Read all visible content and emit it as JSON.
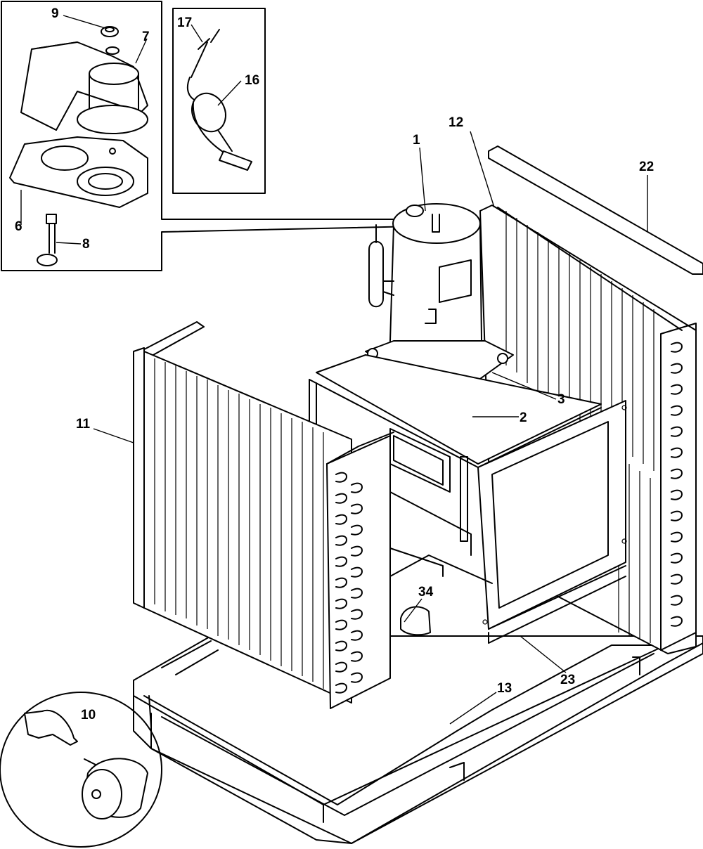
{
  "diagram": {
    "callouts": [
      {
        "id": "c1",
        "text": "1"
      },
      {
        "id": "c2",
        "text": "2"
      },
      {
        "id": "c3",
        "text": "3"
      },
      {
        "id": "c6",
        "text": "6"
      },
      {
        "id": "c7",
        "text": "7"
      },
      {
        "id": "c8",
        "text": "8"
      },
      {
        "id": "c9",
        "text": "9"
      },
      {
        "id": "c10",
        "text": "10"
      },
      {
        "id": "c11",
        "text": "11"
      },
      {
        "id": "c12",
        "text": "12"
      },
      {
        "id": "c13",
        "text": "13"
      },
      {
        "id": "c16",
        "text": "16"
      },
      {
        "id": "c17",
        "text": "17"
      },
      {
        "id": "c22",
        "text": "22"
      },
      {
        "id": "c23",
        "text": "23"
      },
      {
        "id": "c34",
        "text": "34"
      }
    ]
  }
}
